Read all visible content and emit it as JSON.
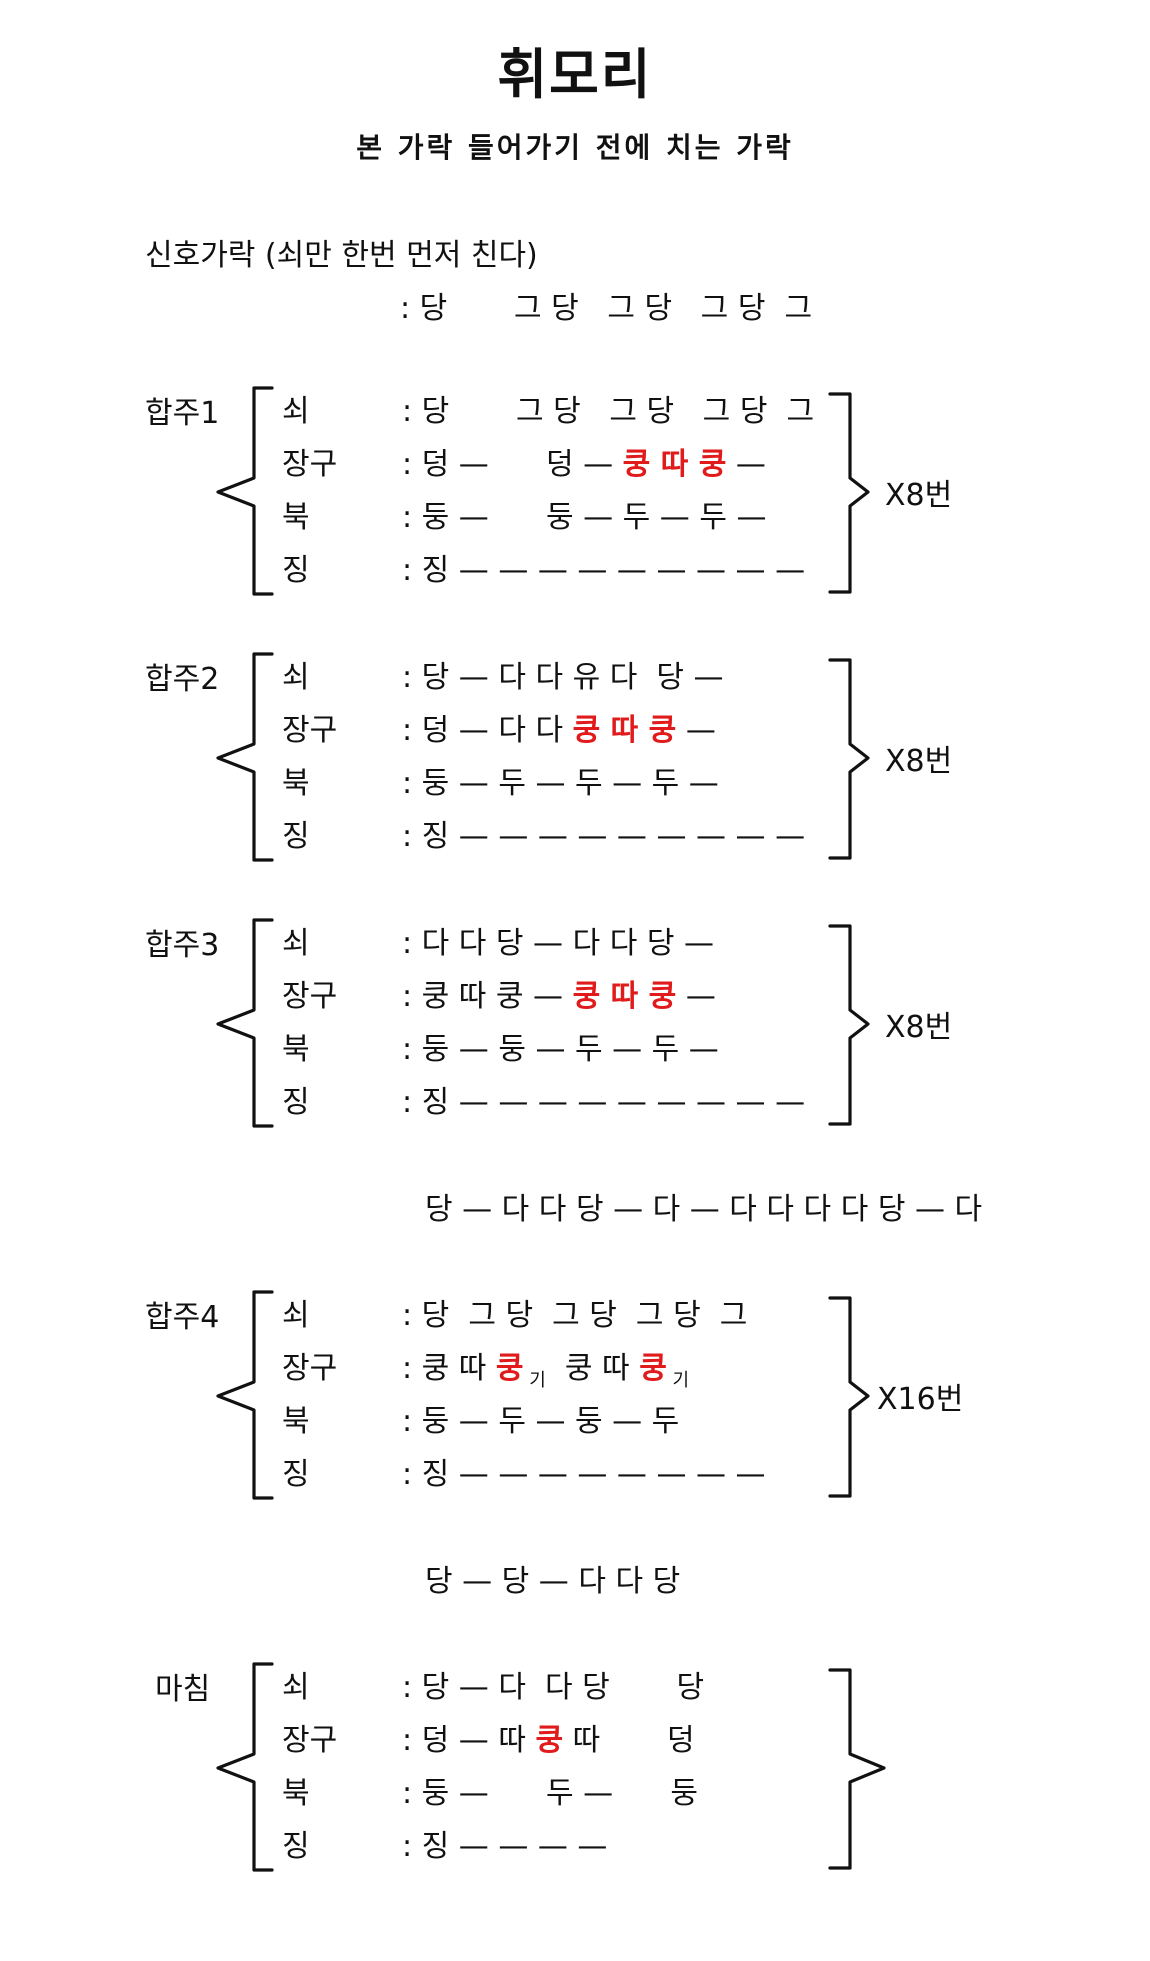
{
  "title": "휘모리",
  "subtitle": "본 가락 들어가기 전에 치는 가락",
  "signal": {
    "label": "신호가락 (쇠만 한번 먼저 친다)",
    "line": ": 당       그 당   그 당   그 당  그"
  },
  "sections": [
    {
      "label": "합주1",
      "repeat": "X8번",
      "rows": [
        {
          "inst": "쇠",
          "tokens": [
            {
              "t": ": 당       그 당   그 당   그 당  그"
            }
          ]
        },
        {
          "inst": "장구",
          "tokens": [
            {
              "t": ": 덩 —      덩 — "
            },
            {
              "t": "쿵 따 쿵",
              "red": true
            },
            {
              "t": " —"
            }
          ]
        },
        {
          "inst": "북",
          "tokens": [
            {
              "t": ": 둥 —      둥 — 두 — 두 —"
            }
          ]
        },
        {
          "inst": "징",
          "tokens": [
            {
              "t": ": 징 — — — — — — — — —"
            }
          ]
        }
      ]
    },
    {
      "label": "합주2",
      "repeat": "X8번",
      "rows": [
        {
          "inst": "쇠",
          "tokens": [
            {
              "t": ": 당 — 다 다 유 다  당 —"
            }
          ]
        },
        {
          "inst": "장구",
          "tokens": [
            {
              "t": ": 덩 — 다 다 "
            },
            {
              "t": "쿵 따 쿵",
              "red": true
            },
            {
              "t": " —"
            }
          ]
        },
        {
          "inst": "북",
          "tokens": [
            {
              "t": ": 둥 — 두 — 두 — 두 —"
            }
          ]
        },
        {
          "inst": "징",
          "tokens": [
            {
              "t": ": 징 — — — — — — — — —"
            }
          ]
        }
      ]
    },
    {
      "label": "합주3",
      "repeat": "X8번",
      "rows": [
        {
          "inst": "쇠",
          "tokens": [
            {
              "t": ": 다 다 당 — 다 다 당 —"
            }
          ]
        },
        {
          "inst": "장구",
          "tokens": [
            {
              "t": ": 쿵 따 쿵 — "
            },
            {
              "t": "쿵 따 쿵",
              "red": true
            },
            {
              "t": " —"
            }
          ]
        },
        {
          "inst": "북",
          "tokens": [
            {
              "t": ": 둥 — 둥 — 두 — 두 —"
            }
          ]
        },
        {
          "inst": "징",
          "tokens": [
            {
              "t": ": 징 — — — — — — — — —"
            }
          ]
        }
      ]
    },
    {
      "label": "합주4",
      "repeat": "X16번",
      "rows": [
        {
          "inst": "쇠",
          "tokens": [
            {
              "t": ": 당  그 당  그 당  그 당  그"
            }
          ]
        },
        {
          "inst": "장구",
          "tokens": [
            {
              "t": ": 쿵 따 "
            },
            {
              "t": "쿵",
              "red": true
            },
            {
              "t": " 기",
              "small": true
            },
            {
              "t": "  쿵 따 "
            },
            {
              "t": "쿵",
              "red": true
            },
            {
              "t": " 기",
              "small": true
            }
          ]
        },
        {
          "inst": "북",
          "tokens": [
            {
              "t": ": 둥 — 두 — 둥 — 두"
            }
          ]
        },
        {
          "inst": "징",
          "tokens": [
            {
              "t": ": 징 — — — — — — — —"
            }
          ]
        }
      ]
    },
    {
      "label": "마침",
      "repeat": "",
      "rows": [
        {
          "inst": "쇠",
          "tokens": [
            {
              "t": ": 당 — 다  다 당       당"
            }
          ]
        },
        {
          "inst": "장구",
          "tokens": [
            {
              "t": ": 덩 — 따 "
            },
            {
              "t": "쿵",
              "red": true
            },
            {
              "t": " 따       덩"
            }
          ]
        },
        {
          "inst": "북",
          "tokens": [
            {
              "t": ": 둥 —      두 —      둥"
            }
          ]
        },
        {
          "inst": "징",
          "tokens": [
            {
              "t": ": 징 — — — —"
            }
          ]
        }
      ]
    }
  ],
  "bridges": [
    "당 — 다 다 당 — 다 — 다 다 다 다 당 — 다",
    "당 — 당 — 다 다 당"
  ],
  "colors": {
    "accent": "#e11b1b",
    "text": "#111111"
  }
}
